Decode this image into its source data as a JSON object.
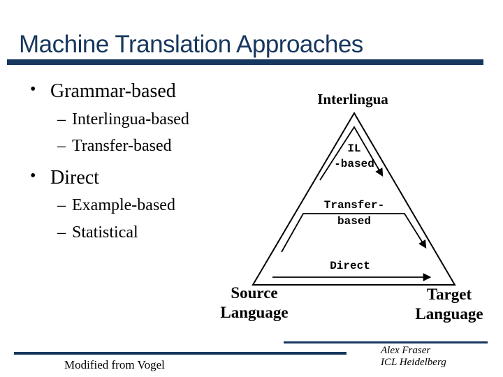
{
  "title": "Machine Translation Approaches",
  "bullets": {
    "marker_l1": "•",
    "marker_l2": "–",
    "items": [
      {
        "label": "Grammar-based",
        "children": [
          "Interlingua-based",
          "Transfer-based"
        ]
      },
      {
        "label": "Direct",
        "children": [
          "Example-based",
          "Statistical"
        ]
      }
    ]
  },
  "diagram": {
    "apex_label": "Interlingua",
    "il_arrow": {
      "line1": "IL",
      "line2": "-based"
    },
    "transfer_arrow": {
      "line1": "Transfer-",
      "line2": "based"
    },
    "direct_arrow": {
      "label": "Direct"
    },
    "source": {
      "line1": "Source",
      "line2": "Language"
    },
    "target": {
      "line1": "Target",
      "line2": "Language"
    }
  },
  "footer": {
    "left_credit": "Modified from Vogel",
    "right_credit_line1": "Alex Fraser",
    "right_credit_line2": "ICL Heidelberg"
  },
  "colors": {
    "accent_navy": "#17375E",
    "text_black": "#000000",
    "background": "#FFFFFF",
    "diagram_stroke": "#000000"
  }
}
